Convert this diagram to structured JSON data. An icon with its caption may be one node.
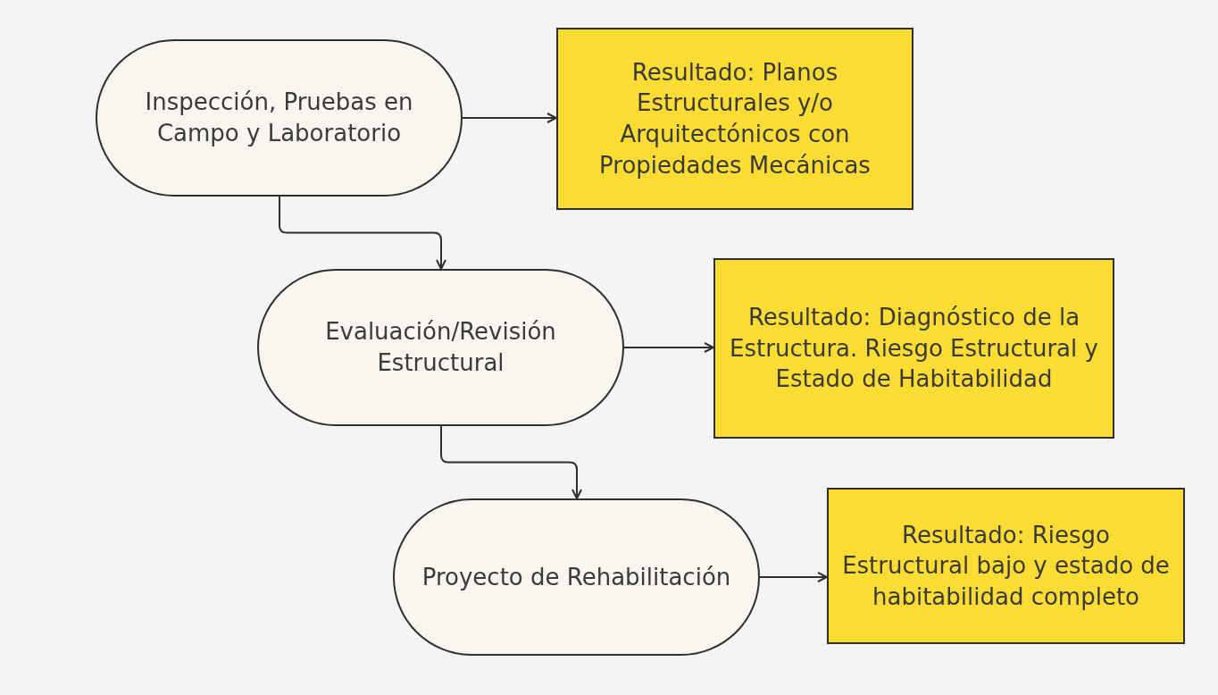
{
  "diagram": {
    "nodes": [
      {
        "text": [
          "Inspección, Pruebas en Campo y Laboratorio"
        ]
      },
      {
        "text": [
          "Resultado: Planos Estructurales y/o Arquitectónicos con Propiedades Mecánicas"
        ]
      },
      {
        "text": [
          "Evaluación/Revisión Estructural"
        ]
      },
      {
        "text": [
          "Resultado: Diagnóstico de la Estructura. Riesgo Estructural y Estado de Habitabilidad"
        ]
      },
      {
        "text": [
          "Proyecto de Rehabilitación"
        ]
      },
      {
        "text": [
          "Resultado: Riesgo Estructural bajo y estado de habitabilidad completo"
        ]
      }
    ],
    "edges": [
      {
        "from": 0,
        "to": 1,
        "arrow": "to"
      },
      {
        "from": 0,
        "to": 2,
        "arrow": "to"
      },
      {
        "from": 2,
        "to": 3,
        "arrow": "to"
      },
      {
        "from": 2,
        "to": 4,
        "arrow": "to"
      },
      {
        "from": 4,
        "to": 5,
        "arrow": "to"
      }
    ]
  }
}
